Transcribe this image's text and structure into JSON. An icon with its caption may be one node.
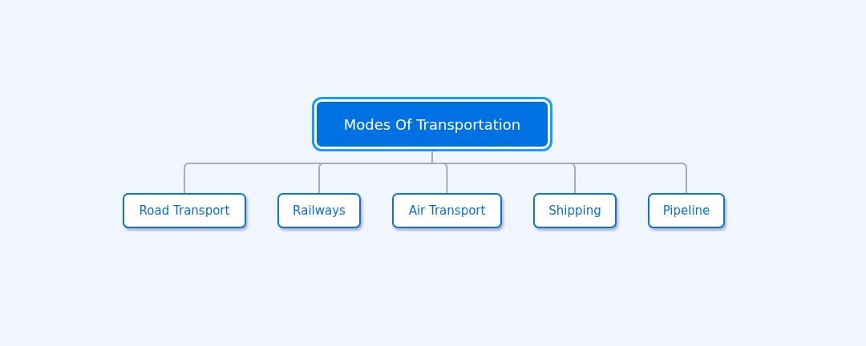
{
  "diagram": {
    "nodes": [
      {
        "text": [
          "Modes Of Transportation"
        ]
      },
      {
        "text": [
          "Road Transport"
        ]
      },
      {
        "text": [
          "Railways"
        ]
      },
      {
        "text": [
          "Air Transport"
        ]
      },
      {
        "text": [
          "Shipping"
        ]
      },
      {
        "text": [
          "Pipeline"
        ]
      }
    ],
    "edges": [
      {
        "from": 0,
        "to": 1,
        "arrow": "none"
      },
      {
        "from": 0,
        "to": 2,
        "arrow": "none"
      },
      {
        "from": 0,
        "to": 3,
        "arrow": "none"
      },
      {
        "from": 0,
        "to": 4,
        "arrow": "none"
      },
      {
        "from": 0,
        "to": 5,
        "arrow": "none"
      }
    ]
  }
}
